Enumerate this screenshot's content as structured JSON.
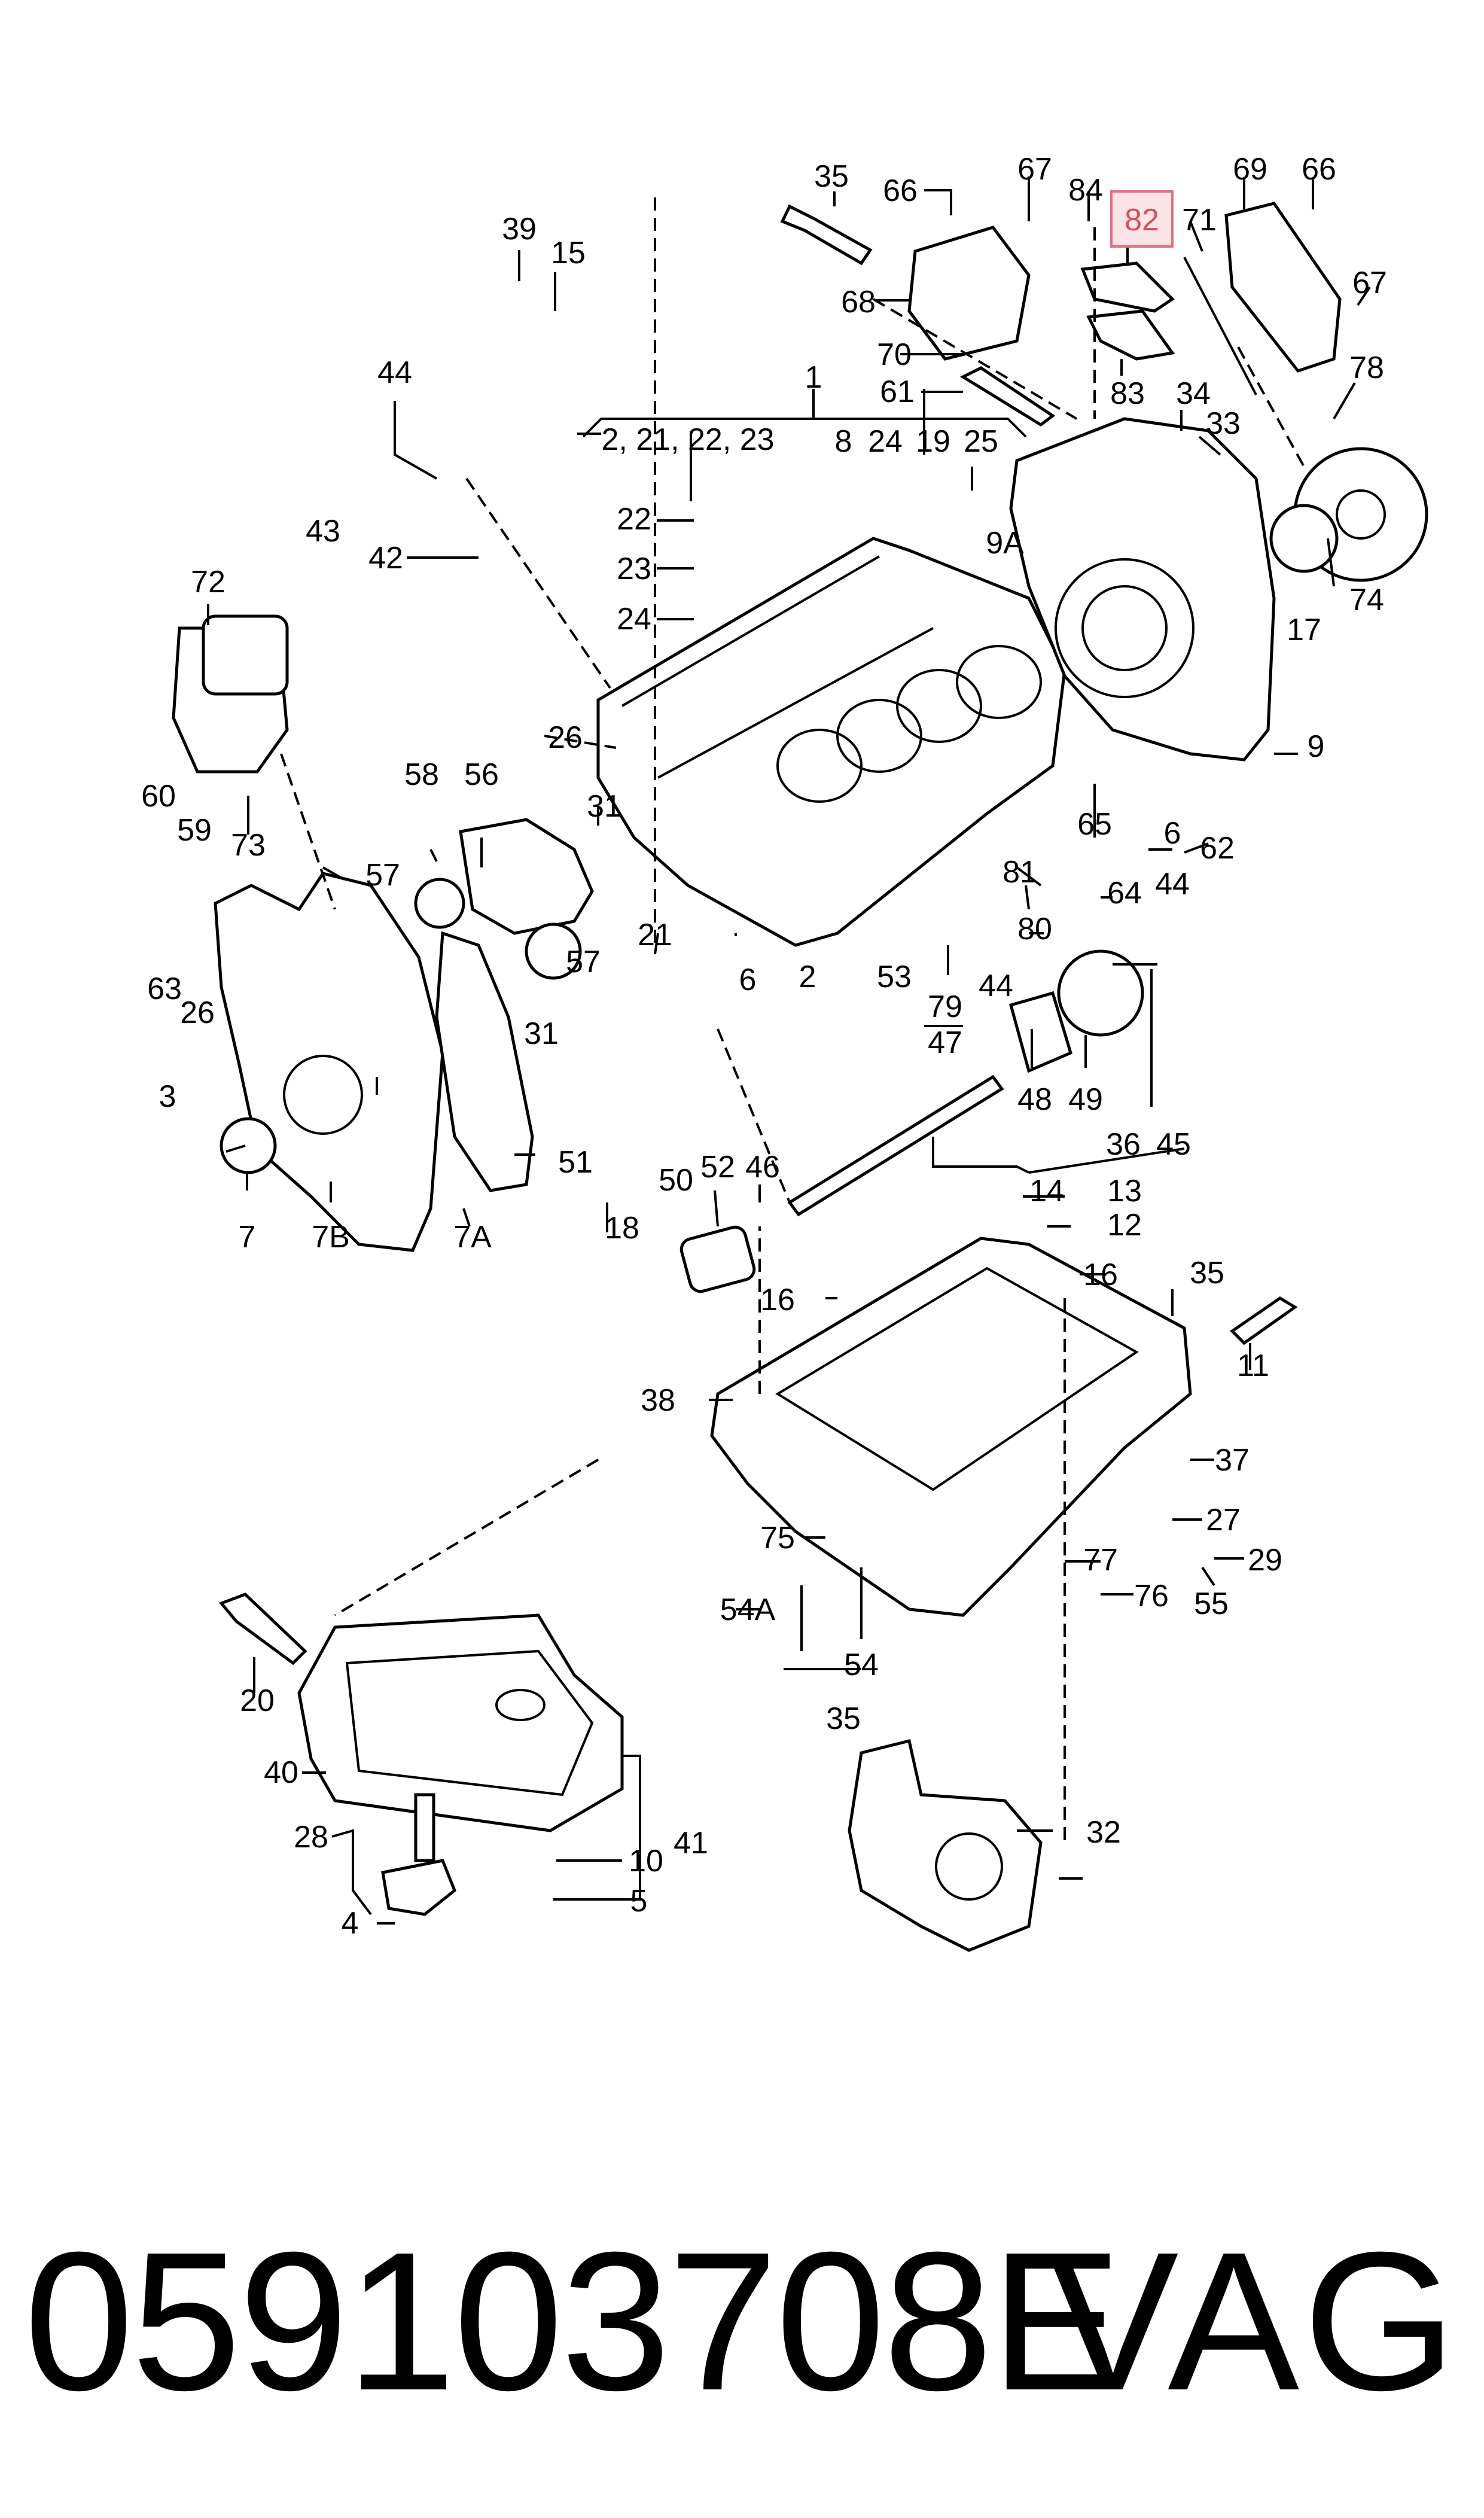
{
  "highlight_label": "82",
  "labels": [
    "35",
    "66",
    "67",
    "84",
    "82",
    "69",
    "66",
    "71",
    "67",
    "68",
    "70",
    "61",
    "83",
    "34",
    "33",
    "78",
    "1",
    "2, 21, 22, 23",
    "8",
    "24",
    "19",
    "25",
    "9A",
    "17",
    "74",
    "9",
    "39",
    "15",
    "44",
    "43",
    "42",
    "22",
    "23",
    "24",
    "72",
    "26",
    "58",
    "56",
    "31",
    "60",
    "59",
    "73",
    "57",
    "57",
    "21",
    "6",
    "2",
    "53",
    "79",
    "44",
    "81",
    "80",
    "44",
    "64",
    "65",
    "6",
    "62",
    "63",
    "26",
    "31",
    "3",
    "7",
    "7B",
    "7A",
    "51",
    "47",
    "48",
    "49",
    "36",
    "45",
    "50",
    "52",
    "46",
    "18",
    "14",
    "13",
    "12",
    "16",
    "16",
    "35",
    "11",
    "38",
    "37",
    "75",
    "27",
    "77",
    "29",
    "76",
    "55",
    "54A",
    "54",
    "35",
    "20",
    "40",
    "28",
    "10",
    "41",
    "4",
    "5",
    "32"
  ],
  "footer": {
    "part_number": "059103708E",
    "brand": "VAG"
  }
}
